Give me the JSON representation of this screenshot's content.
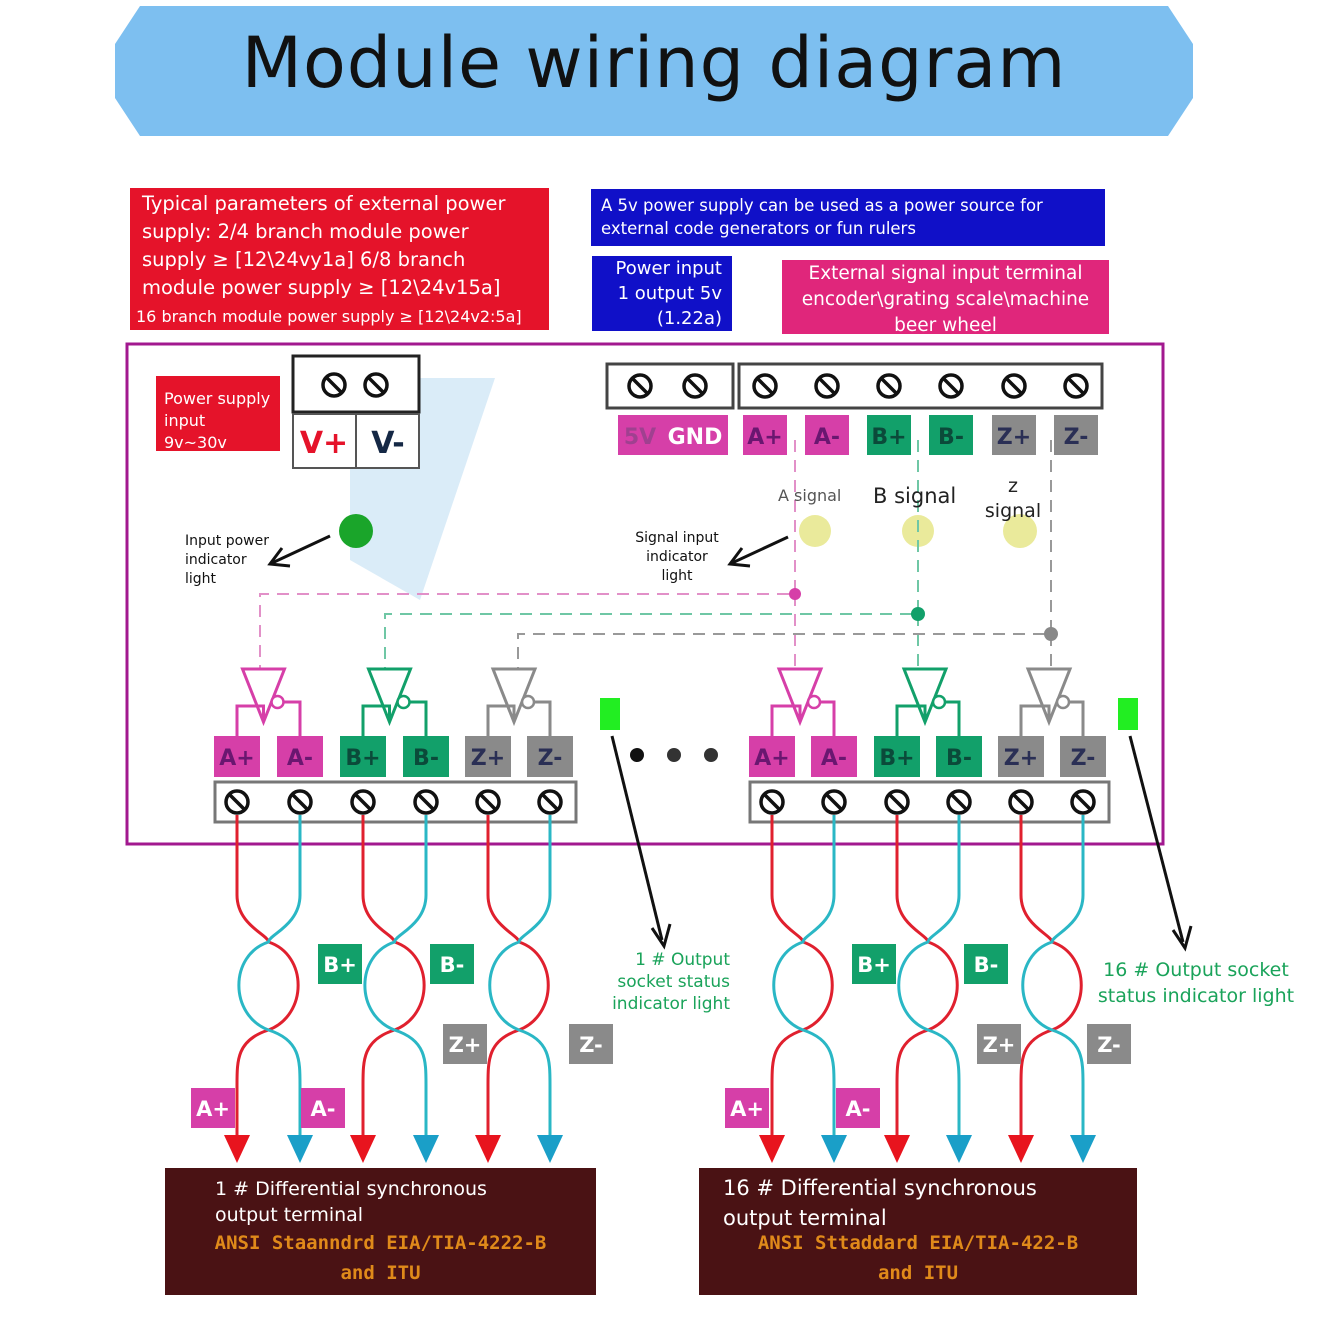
{
  "title": "Module wiring diagram",
  "notes": {
    "power_params": {
      "lines": [
        "Typical parameters of external power",
        "supply: 2/4 branch module power",
        "supply ≥ [12\\24vy1a] 6/8 branch",
        "module power supply ≥ [12\\24v15a]"
      ],
      "small_line": "16 branch module power supply ≥ [12\\24v2:5a]"
    },
    "five_volt": [
      "A 5v power supply can be used as a power source for",
      "external code generators or fun rulers"
    ],
    "power_output": [
      "Power input",
      "1 output 5v",
      "(1.22a)"
    ],
    "external_signal": [
      "External signal input terminal",
      "encoder\\grating scale\\machine",
      "beer wheel"
    ],
    "power_supply_input": [
      "Power supply",
      "input 9v~30v"
    ]
  },
  "power_terminal": {
    "labels": [
      "V+",
      "V-"
    ]
  },
  "input_terminal": {
    "labels": [
      "5V",
      "GND",
      "A+",
      "A-",
      "B+",
      "B-",
      "Z+",
      "Z-"
    ]
  },
  "indicators": {
    "input_power": [
      "Input power",
      "indicator",
      "light"
    ],
    "signal_input": [
      "Signal input",
      "indicator",
      "light"
    ],
    "a_signal": "A signal",
    "b_signal": "B signal",
    "z_signal": [
      "z",
      "signal"
    ]
  },
  "outputs": [
    {
      "id": "1",
      "labels": [
        "A+",
        "A-",
        "B+",
        "B-",
        "Z+",
        "Z-"
      ],
      "status_note": [
        "1 # Output",
        "socket status",
        "indicator light"
      ],
      "terminal_title": [
        "1 #   Differential synchronous",
        "output terminal"
      ],
      "standard": [
        "ANSI Staanndrd EIA/TIA-4222-B",
        "and ITU"
      ]
    },
    {
      "id": "16",
      "labels": [
        "A+",
        "A-",
        "B+",
        "B-",
        "Z+",
        "Z-"
      ],
      "status_note": [
        "16 # Output socket",
        "status indicator light"
      ],
      "terminal_title": [
        "16 # Differential synchronous",
        "output terminal"
      ],
      "standard": [
        "ANSI Sttaddard EIA/TIA-422-B",
        "and ITU"
      ]
    }
  ],
  "colors": {
    "banner": "#7dbff0",
    "red_box": "#e5132a",
    "blue_box": "#1010c8",
    "pink_box": "#e0267b",
    "a_channel": "#d63fa8",
    "b_channel": "#12a06a",
    "z_channel": "#8a8a8a",
    "module_border": "#a2188f",
    "wire_red": "#e0202e",
    "wire_cyan": "#2ab7c5",
    "led_green": "#22dd22",
    "terminal_bg": "#4a1214",
    "standard_text": "#e08a1a"
  }
}
